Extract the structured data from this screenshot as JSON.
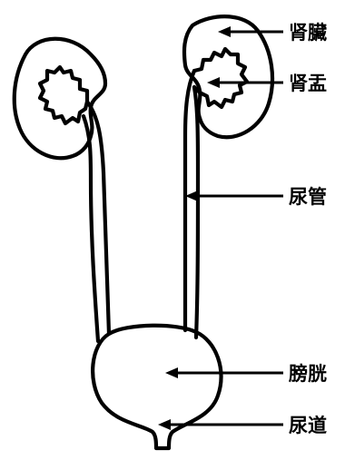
{
  "labels": {
    "kidney": "肾臟",
    "renal_pelvis": "肾盂",
    "ureter": "尿管",
    "bladder": "膀胱",
    "urethra": "尿道"
  },
  "colors": {
    "line": "#000000",
    "background": "#ffffff"
  }
}
